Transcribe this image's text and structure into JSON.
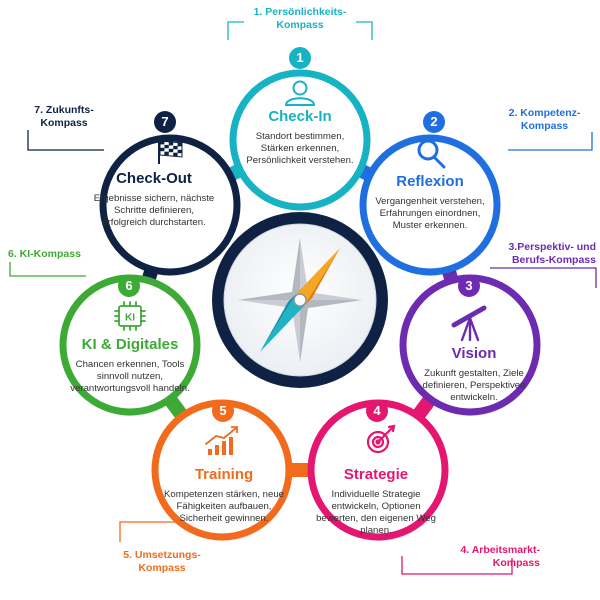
{
  "steps": [
    {
      "num": "1",
      "title": "Check-In",
      "description": "Standort bestimmen, Stärken erkennen, Persönlichkeit verstehen.",
      "icon": "person-icon",
      "color": "#17b3c4"
    },
    {
      "num": "2",
      "title": "Reflexion",
      "description": "Vergangenheit verstehen, Erfahrungen einordnen, Muster erkennen.",
      "icon": "magnifier-icon",
      "color": "#1f6fe0"
    },
    {
      "num": "3",
      "title": "Vision",
      "description": "Zukunft gestalten, Ziele definieren, Perspektiven entwickeln.",
      "icon": "telescope-icon",
      "color": "#6c2bb0"
    },
    {
      "num": "4",
      "title": "Strategie",
      "description": "Individuelle Strategie entwickeln, Optionen bewerten, den eigenen Weg planen.",
      "icon": "target-icon",
      "color": "#e5166f"
    },
    {
      "num": "5",
      "title": "Training",
      "description": "Kompetenzen stärken, neue Fähigkeiten aufbauen, Sicherheit gewinnen.",
      "icon": "bar-chart-icon",
      "color": "#f26b1d"
    },
    {
      "num": "6",
      "title": "KI & Digitales",
      "description": "Chancen erkennen, Tools sinnvoll nutzen, verantwortungsvoll handeln.",
      "icon": "ai-chip-icon",
      "icon_text": "KI",
      "color": "#3daa35"
    },
    {
      "num": "7",
      "title": "Check-Out",
      "description": "Ergebnisse sichern, nächste Schritte definieren, erfolgreich durchstarten.",
      "icon": "checkered-flag-icon",
      "color": "#0f2244"
    }
  ],
  "kompass_labels": [
    {
      "text": "1. Persönlichkeits-\nKompass",
      "color": "#17b3c4"
    },
    {
      "text": "2. Kompetenz-\nKompass",
      "color": "#1f6fe0"
    },
    {
      "text": "3.Perspektiv- und\nBerufs-Kompass",
      "color": "#6c2bb0"
    },
    {
      "text": "4. Arbeitsmarkt-\nKompass",
      "color": "#e5166f"
    },
    {
      "text": "5. Umsetzungs-\nKompass",
      "color": "#f26b1d"
    },
    {
      "text": "6. KI-Kompass",
      "color": "#3daa35"
    },
    {
      "text": "7. Zukunfts-\nKompass",
      "color": "#0f2244"
    }
  ],
  "center_icon": "compass-icon"
}
